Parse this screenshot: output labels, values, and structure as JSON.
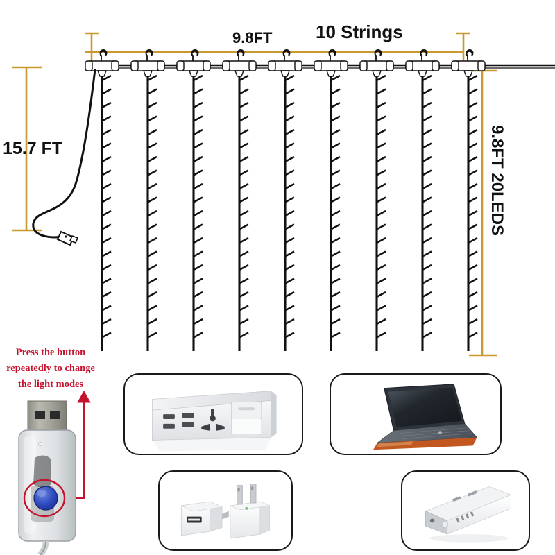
{
  "diagram": {
    "title_labels": {
      "top_span": "9.8FT",
      "strings_count": "10 Strings",
      "left_drop": "15.7 FT",
      "right_drop": "9.8FT 20LEDS"
    },
    "colors": {
      "dimension_line": "#C9992E",
      "wire": "#111111",
      "annotation_red": "#c4122f",
      "button_blue": "#2442b8",
      "panel_border": "#1a1a1a"
    },
    "curtain": {
      "string_count": 10,
      "visible_hooks": 9,
      "leds_per_string": 20,
      "hook_icon": "s-hook-icon",
      "connector_icon": "capsule-connector-icon"
    },
    "lead_cable": {
      "end_icon": "usb-connector-icon"
    }
  },
  "annotation": {
    "instruction_lines": [
      "Press the button",
      "repeatedly to change",
      "the light modes"
    ],
    "target_icon": "blue-button-icon",
    "pointer_icon": "red-arrow-icon",
    "highlight_icon": "red-circle-highlight-icon"
  },
  "panels": [
    {
      "id": "wall-socket",
      "name": "usb-wall-socket-photo",
      "caption": ""
    },
    {
      "id": "laptop",
      "name": "laptop-photo",
      "caption": ""
    },
    {
      "id": "usb-adapter",
      "name": "usb-wall-adapter-photo",
      "caption": ""
    },
    {
      "id": "power-bank",
      "name": "power-bank-photo",
      "caption": ""
    }
  ]
}
